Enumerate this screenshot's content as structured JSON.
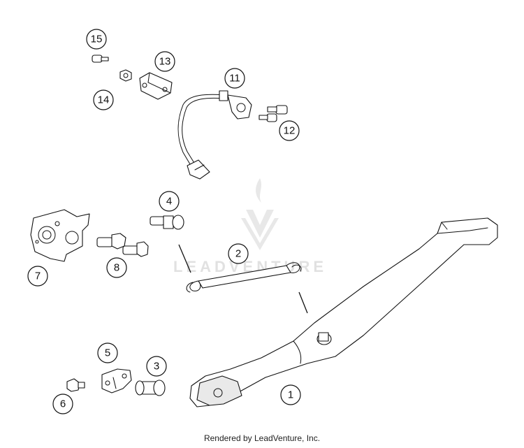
{
  "watermark": {
    "text": "LEADVENTURE"
  },
  "footer": {
    "text": "Rendered by LeadVenture, Inc."
  },
  "callouts": [
    {
      "id": "1",
      "label": "1"
    },
    {
      "id": "2",
      "label": "2"
    },
    {
      "id": "3",
      "label": "3"
    },
    {
      "id": "4",
      "label": "4"
    },
    {
      "id": "5",
      "label": "5"
    },
    {
      "id": "6",
      "label": "6"
    },
    {
      "id": "7",
      "label": "7"
    },
    {
      "id": "8",
      "label": "8"
    },
    {
      "id": "11",
      "label": "11"
    },
    {
      "id": "12",
      "label": "12"
    },
    {
      "id": "13",
      "label": "13"
    },
    {
      "id": "14",
      "label": "14"
    },
    {
      "id": "15",
      "label": "15"
    }
  ]
}
